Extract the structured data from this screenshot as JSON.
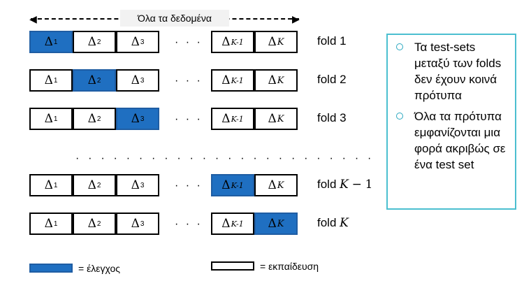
{
  "header": {
    "label": "Όλα τα δεδομένα"
  },
  "ellipsis": "· · ·",
  "separator": "· · · · · · · · · · · · · · · · · · · · · · · ·",
  "cells": {
    "d1": "Δ",
    "d1_sub": "1",
    "d2": "Δ",
    "d2_sub": "2",
    "d3": "Δ",
    "d3_sub": "3",
    "dk1": "Δ",
    "dk1_sub": "K-1",
    "dk": "Δ",
    "dk_sub": "K"
  },
  "folds": [
    {
      "prefix": "fold",
      "value": "1",
      "test_index": 0
    },
    {
      "prefix": "fold",
      "value": "2",
      "test_index": 1
    },
    {
      "prefix": "fold",
      "value": "3",
      "test_index": 2
    },
    {
      "prefix": "fold",
      "value": "K",
      "suffix_op": "−",
      "suffix_num": "1",
      "test_index": 3
    },
    {
      "prefix": "fold",
      "value": "K",
      "test_index": 4
    }
  ],
  "info": {
    "bullet1": "Τα test-sets μεταξύ των folds δεν έχουν κοινά πρότυπα",
    "bullet2": "Όλα τα πρότυπα εμφανίζονται μια φορά ακριβώς σε ένα test set"
  },
  "legend": {
    "test_label": "= έλεγχος",
    "train_label": "= εκπαίδευση"
  },
  "colors": {
    "test_fill": "#1f6fc1",
    "box_border": "#4bbfd0"
  }
}
